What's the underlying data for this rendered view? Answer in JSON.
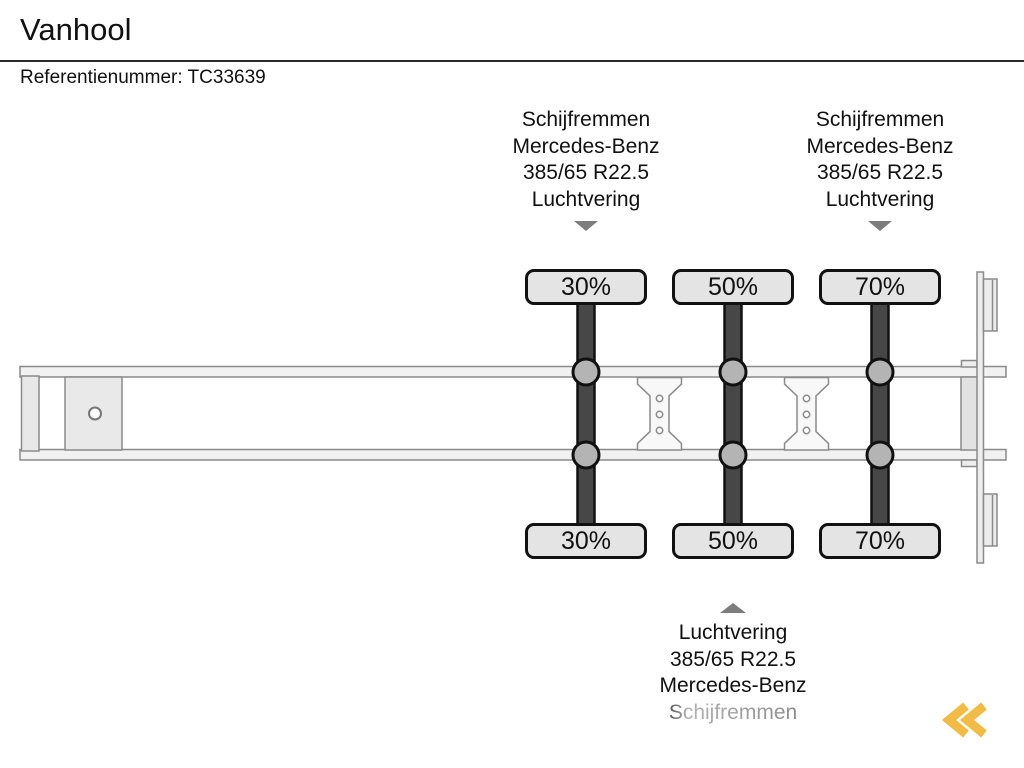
{
  "header": {
    "brand": "Vanhool",
    "reference": "Referentienummer: TC33639"
  },
  "axle_specs": {
    "top_left": [
      "Schijfremmen",
      "Mercedes-Benz",
      "385/65 R22.5",
      "Luchtvering"
    ],
    "top_right": [
      "Schijfremmen",
      "Mercedes-Benz",
      "385/65 R22.5",
      "Luchtvering"
    ],
    "bottom": [
      "Luchtvering",
      "385/65 R22.5",
      "Mercedes-Benz",
      "Schijfremmen"
    ]
  },
  "axles": [
    {
      "top_percent": "30%",
      "bottom_percent": "30%"
    },
    {
      "top_percent": "50%",
      "bottom_percent": "50%"
    },
    {
      "top_percent": "70%",
      "bottom_percent": "70%"
    }
  ],
  "icons": {
    "down_arrow": "triangle-down",
    "up_arrow": "triangle-up",
    "logo": "double-left-chevron"
  },
  "colors": {
    "logo_gold": "#F1BB45",
    "axle_dark": "#474747",
    "wheel_gray": "#B4B4B4",
    "label_fill": "#E4E4E4",
    "chassis_fill": "#F1F1F1",
    "chassis_stroke": "#8A8A8A",
    "arrow_gray": "#7D7D7D"
  }
}
